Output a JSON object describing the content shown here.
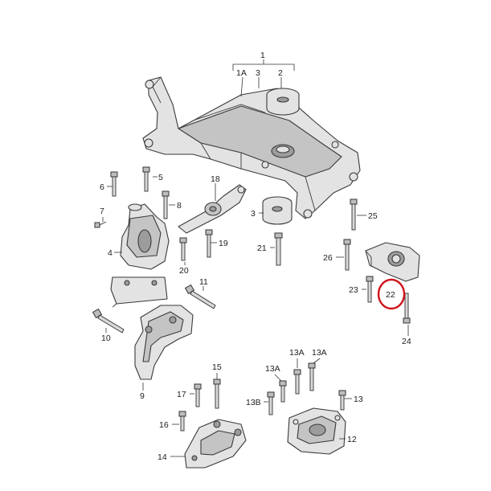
{
  "callouts": {
    "c1": "1",
    "c1A": "1A",
    "c2": "2",
    "c3a": "3",
    "c3b": "3",
    "c4": "4",
    "c5": "5",
    "c6": "6",
    "c7": "7",
    "c8": "8",
    "c9": "9",
    "c10": "10",
    "c11": "11",
    "c12": "12",
    "c13": "13",
    "c13A1": "13A",
    "c13A2": "13A",
    "c13A3": "13A",
    "c13B": "13B",
    "c14": "14",
    "c15": "15",
    "c16": "16",
    "c17": "17",
    "c18": "18",
    "c19": "19",
    "c20": "20",
    "c21": "21",
    "c22": "22",
    "c23": "23",
    "c24": "24",
    "c25": "25",
    "c26": "26"
  },
  "colors": {
    "highlight": "#d0141c",
    "part_fill": "#e3e3e3",
    "part_dark": "#9c9c9c",
    "line": "#3a3a3a"
  },
  "highlighted_part": "22"
}
